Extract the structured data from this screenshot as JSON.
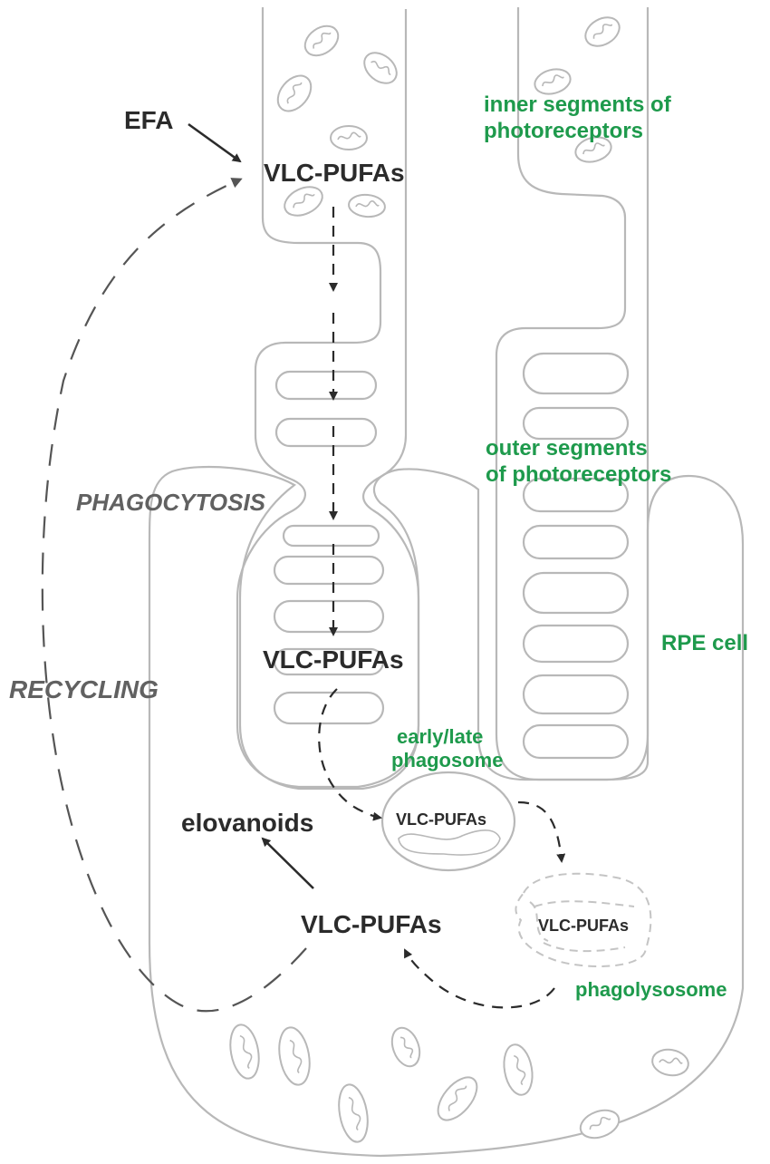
{
  "labels": {
    "efa": "EFA",
    "vlc_pufas_top": "VLC-PUFAs",
    "vlc_pufas_outer": "VLC-PUFAs",
    "vlc_pufas_phagosome": "VLC-PUFAs",
    "vlc_pufas_lysosome": "VLC-PUFAs",
    "vlc_pufas_bottom": "VLC-PUFAs",
    "elovanoids": "elovanoids",
    "inner_segments_line1": "inner segments of",
    "inner_segments_line2": "photoreceptors",
    "outer_segments_line1": "outer segments",
    "outer_segments_line2": "of photoreceptors",
    "rpe_cell": "RPE cell",
    "phagosome_line1": "early/late",
    "phagosome_line2": "phagosome",
    "phagolysosome": "phagolysosome",
    "phagocytosis": "PHAGOCYTOSIS",
    "recycling": "RECYCLING"
  },
  "colors": {
    "text_dark": "#2b2b2b",
    "structure_label_green": "#1e9a4c",
    "process_label_gray": "#616161",
    "outline_gray": "#b8b8b8"
  }
}
